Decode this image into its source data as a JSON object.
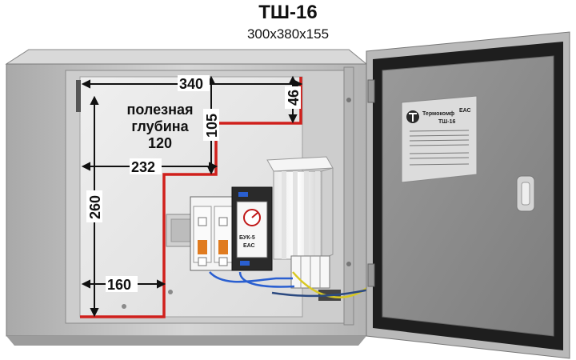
{
  "header": {
    "title": "ТШ-16",
    "size": "300x380x155"
  },
  "dimensions": {
    "width_top": "340",
    "right_depth": "46",
    "step_height": "105",
    "width_mid": "232",
    "height_left": "260",
    "width_bottom": "160"
  },
  "usable_depth": {
    "line1": "полезная",
    "line2": "глубина",
    "line3": "120"
  },
  "devices": {
    "breaker_model": "БУК-5",
    "breaker_badge": "ЕАС"
  },
  "door_plate": {
    "brand": "Термокомф",
    "model": "ТШ-16",
    "badge": "ЕАС"
  },
  "colors": {
    "usable_outline": "#d0201c",
    "cabinet_body": "#c9c9c9",
    "door_inner": "#8c8c8c"
  }
}
